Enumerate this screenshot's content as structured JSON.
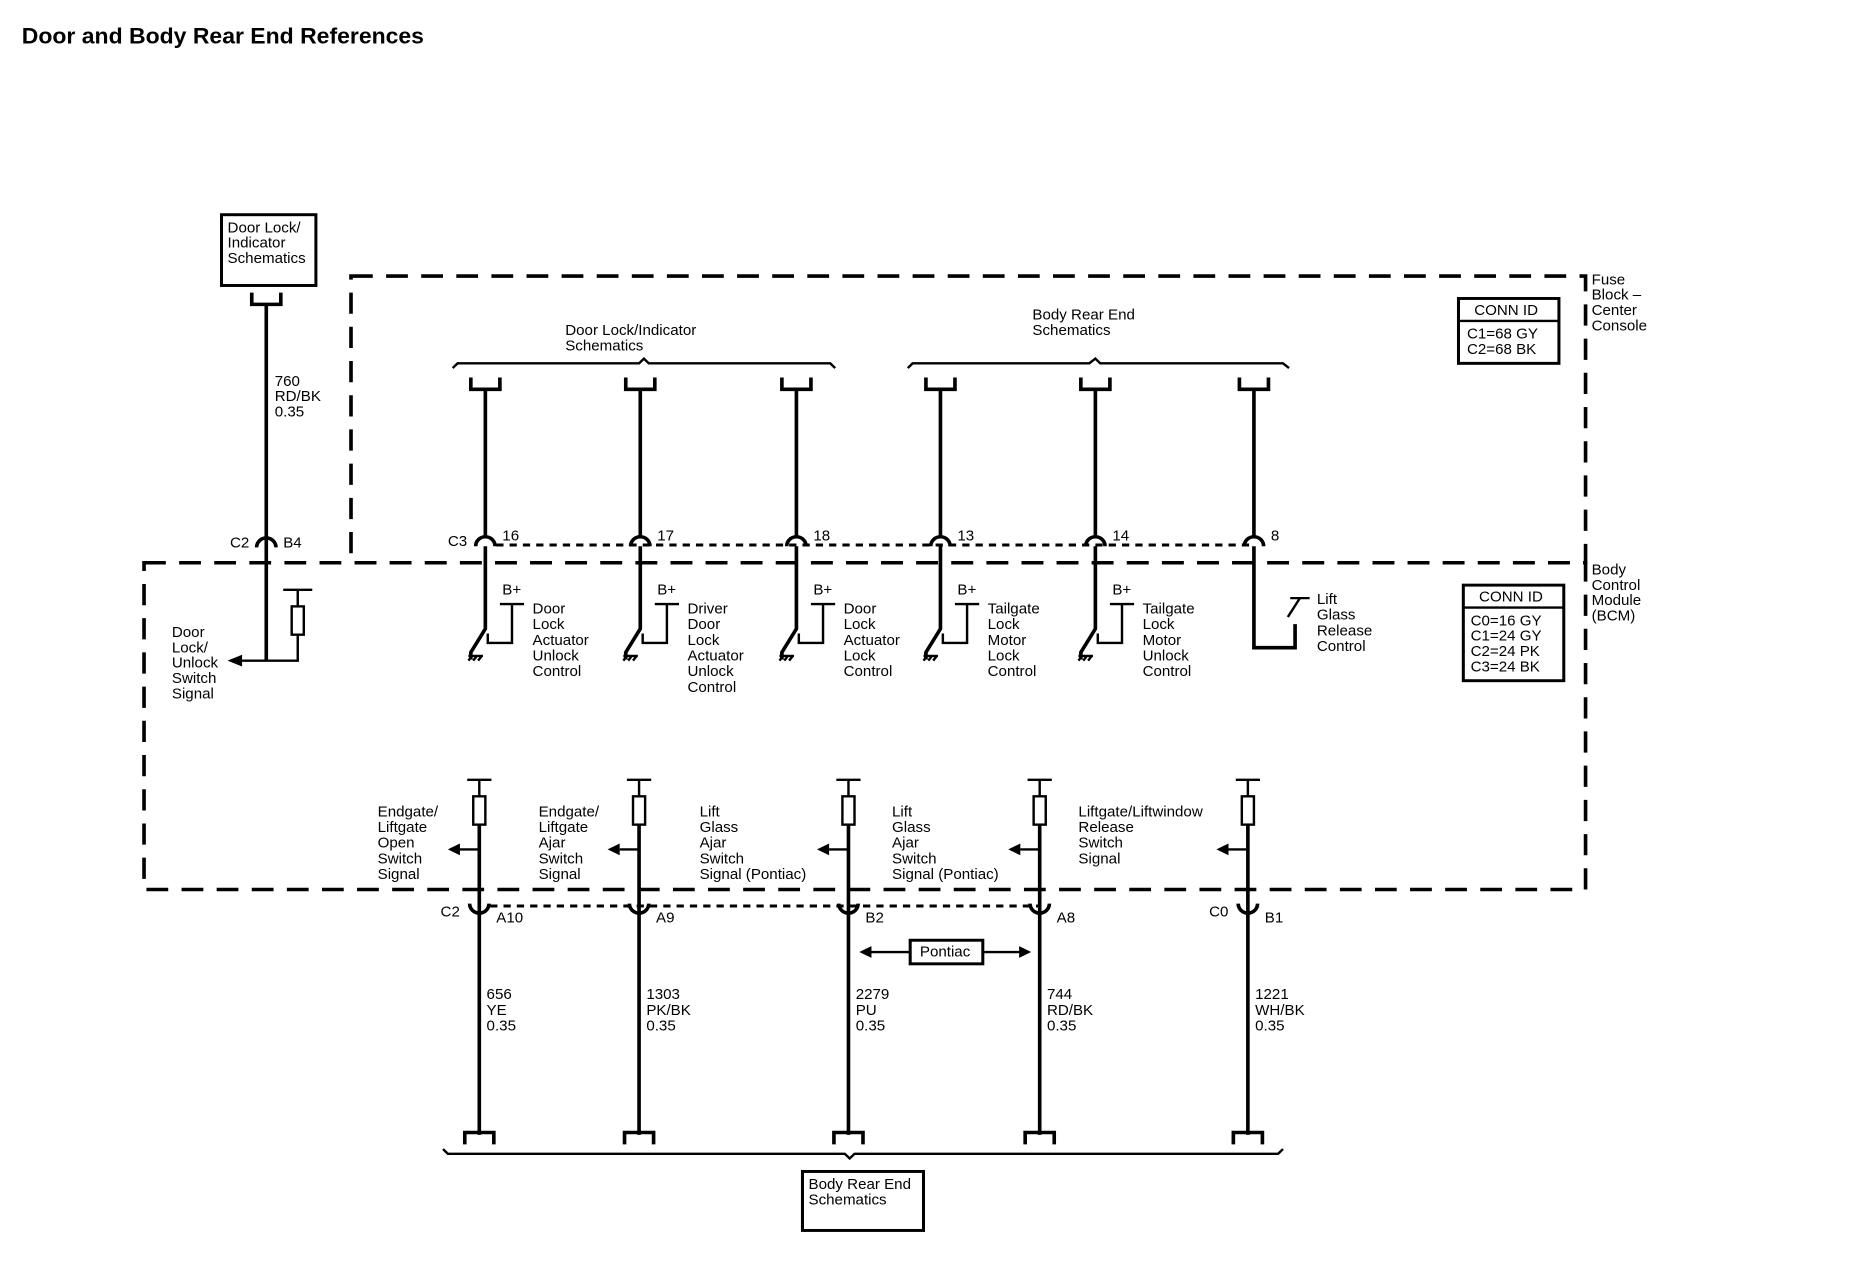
{
  "title": "Door and Body Rear End References",
  "modules": {
    "fuse_block": {
      "label_lines": [
        "Fuse",
        "Block –",
        "Center",
        "Console"
      ]
    },
    "bcm": {
      "label_lines": [
        "Body",
        "Control",
        "Module",
        "(BCM)"
      ]
    }
  },
  "conn_id_fuse": {
    "header": "CONN ID",
    "rows": [
      "C1=68 GY",
      "C2=68 BK"
    ]
  },
  "conn_id_bcm": {
    "header": "CONN ID",
    "rows": [
      "C0=16 GY",
      "C1=24 GY",
      "C2=24 PK",
      "C3=24 BK"
    ]
  },
  "refs": {
    "door_lock_top_left": {
      "lines": [
        "Door Lock/",
        "Indicator",
        "Schematics"
      ]
    },
    "door_lock_group": {
      "lines": [
        "Door Lock/Indicator",
        "Schematics"
      ]
    },
    "body_rear_group": {
      "lines": [
        "Body Rear End",
        "Schematics"
      ]
    },
    "body_rear_bottom": {
      "lines": [
        "Body Rear End",
        "Schematics"
      ]
    }
  },
  "left_circuit": {
    "wire": {
      "number": "760",
      "color": "RD/BK",
      "size": "0.35"
    },
    "connector": "C2",
    "pin": "B4",
    "signal_lines": [
      "Door",
      "Lock/",
      "Unlock",
      "Switch",
      "Signal"
    ]
  },
  "outputs": {
    "connector": "C3",
    "items": [
      {
        "pin": "16",
        "label_lines": [
          "Door",
          "Lock",
          "Actuator",
          "Unlock",
          "Control"
        ],
        "supply": "B+"
      },
      {
        "pin": "17",
        "label_lines": [
          "Driver",
          "Door",
          "Lock",
          "Actuator",
          "Unlock",
          "Control"
        ],
        "supply": "B+"
      },
      {
        "pin": "18",
        "label_lines": [
          "Door",
          "Lock",
          "Actuator",
          "Lock",
          "Control"
        ],
        "supply": "B+"
      },
      {
        "pin": "13",
        "label_lines": [
          "Tailgate",
          "Lock",
          "Motor",
          "Lock",
          "Control"
        ],
        "supply": "B+"
      },
      {
        "pin": "14",
        "label_lines": [
          "Tailgate",
          "Lock",
          "Motor",
          "Unlock",
          "Control"
        ],
        "supply": "B+"
      },
      {
        "pin": "8",
        "label_lines": [
          "Lift",
          "Glass",
          "Release",
          "Control"
        ]
      }
    ]
  },
  "inputs": {
    "items": [
      {
        "connector": "C2",
        "pin": "A10",
        "label_lines": [
          "Endgate/",
          "Liftgate",
          "Open",
          "Switch",
          "Signal"
        ],
        "wire": {
          "number": "656",
          "color": "YE",
          "size": "0.35"
        }
      },
      {
        "pin": "A9",
        "label_lines": [
          "Endgate/",
          "Liftgate",
          "Ajar",
          "Switch",
          "Signal"
        ],
        "wire": {
          "number": "1303",
          "color": "PK/BK",
          "size": "0.35"
        }
      },
      {
        "pin": "B2",
        "label_lines": [
          "Lift",
          "Glass",
          "Ajar",
          "Switch",
          "Signal (Pontiac)"
        ],
        "wire": {
          "number": "2279",
          "color": "PU",
          "size": "0.35"
        }
      },
      {
        "pin": "A8",
        "label_lines": [
          "Lift",
          "Glass",
          "Ajar",
          "Switch",
          "Signal (Pontiac)"
        ],
        "wire": {
          "number": "744",
          "color": "RD/BK",
          "size": "0.35"
        }
      },
      {
        "connector": "C0",
        "pin": "B1",
        "label_lines": [
          "Liftgate/Liftwindow",
          "Release",
          "Switch",
          "Signal"
        ],
        "wire": {
          "number": "1221",
          "color": "WH/BK",
          "size": "0.35"
        }
      }
    ]
  },
  "pontiac_tag": "Pontiac"
}
